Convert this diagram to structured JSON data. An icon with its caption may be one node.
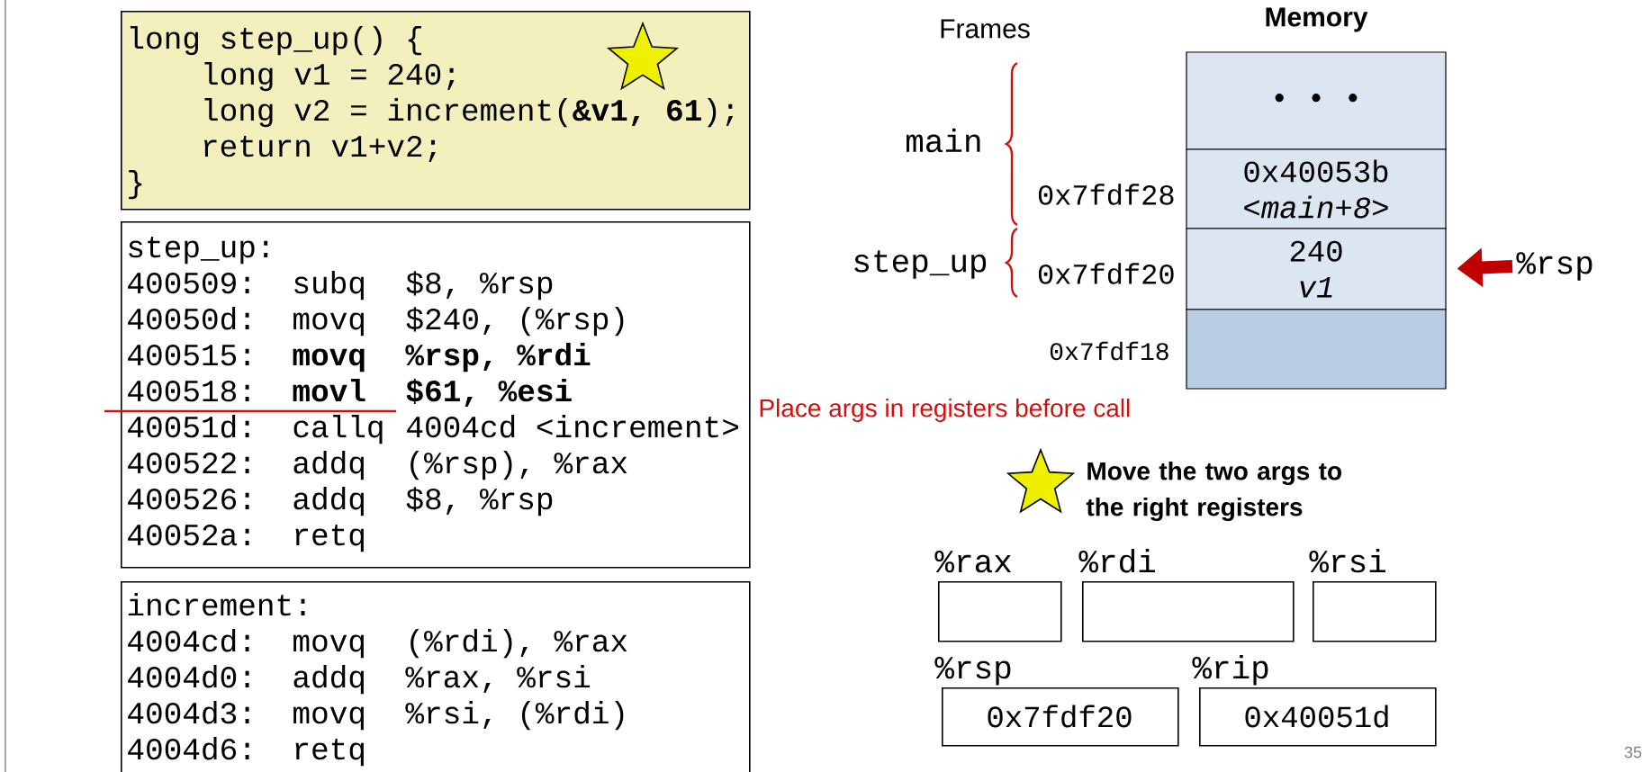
{
  "diagram": {
    "nodes": [
      {
        "text": [
          "long step_up() {",
          "long v1 = 240;",
          "long v2 = increment(**&v1, 61**);",
          "return v1+v2;",
          "}"
        ]
      },
      {
        "text": [
          "step_up:",
          "400509:",
          "subq",
          "$8, %rsp",
          "40050d:",
          "movq",
          "$240, (%rsp)",
          "400515:",
          "movq",
          "%rsp, %rdi",
          "400518:",
          "movl",
          "$61, %esi",
          "40051d:",
          "callq",
          "4004cd <increment>",
          "400522:",
          "addq",
          "(%rsp), %rax",
          "400526:",
          "addq",
          "$8, %rsp",
          "40052a:",
          "retq"
        ]
      },
      {
        "text": [
          "increment:",
          "4004cd:",
          "movq",
          "(%rdi), %rax",
          "4004d0:",
          "addq",
          "%rax, %rsi",
          "4004d3:",
          "movq",
          "%rsi, (%rdi)",
          "4004d6:",
          "retq"
        ]
      },
      {
        "text": [
          "• • •"
        ]
      },
      {
        "text": [
          "0x40053b",
          "<main+8>"
        ]
      },
      {
        "text": [
          "240",
          "v1"
        ]
      },
      {
        "text": [],
        "shape": "box"
      },
      {
        "text": [
          "%rsp"
        ]
      },
      {
        "text": [
          "%rax"
        ]
      },
      {
        "text": [
          "%rdi"
        ]
      },
      {
        "text": [
          "%rsi"
        ]
      },
      {
        "text": [
          "%rsp",
          "0x7fdf20"
        ]
      },
      {
        "text": [
          "%rip",
          "0x40051d"
        ]
      }
    ],
    "edges": [
      {
        "from": 7,
        "to": 5,
        "arrow": "to"
      }
    ],
    "labels": [
      "Frames",
      "Memory",
      "main",
      "0x7fdf28",
      "step_up",
      "0x7fdf20",
      "0x7fdf18",
      "Place args in registers before call",
      "Move the two args to the right registers",
      "35"
    ]
  }
}
